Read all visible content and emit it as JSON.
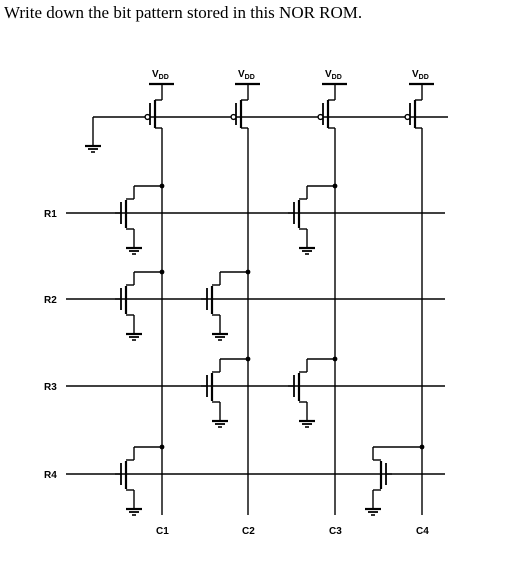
{
  "question": "Write down the bit pattern stored in this NOR ROM.",
  "supply_label": "V",
  "supply_subscript": "DD",
  "rows": [
    "R1",
    "R2",
    "R3",
    "R4"
  ],
  "columns": [
    "C1",
    "C2",
    "C3",
    "C4"
  ],
  "transistors": [
    [
      1,
      0,
      1,
      0
    ],
    [
      1,
      1,
      0,
      0
    ],
    [
      0,
      1,
      1,
      0
    ],
    [
      1,
      0,
      0,
      1
    ]
  ]
}
